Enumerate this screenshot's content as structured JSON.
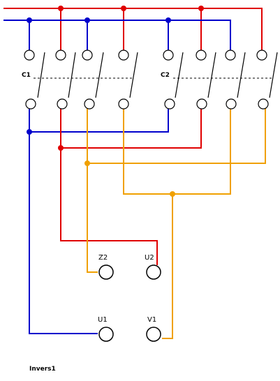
{
  "contactors": {
    "c1_label": "C1",
    "c2_label": "C2"
  },
  "terminals": {
    "z2": "Z2",
    "u2": "U2",
    "u1": "U1",
    "v1": "V1"
  },
  "caption": "Invers1",
  "colors": {
    "red": "#e00000",
    "blue": "#0000cc",
    "orange": "#f0a000",
    "black": "#000000"
  }
}
